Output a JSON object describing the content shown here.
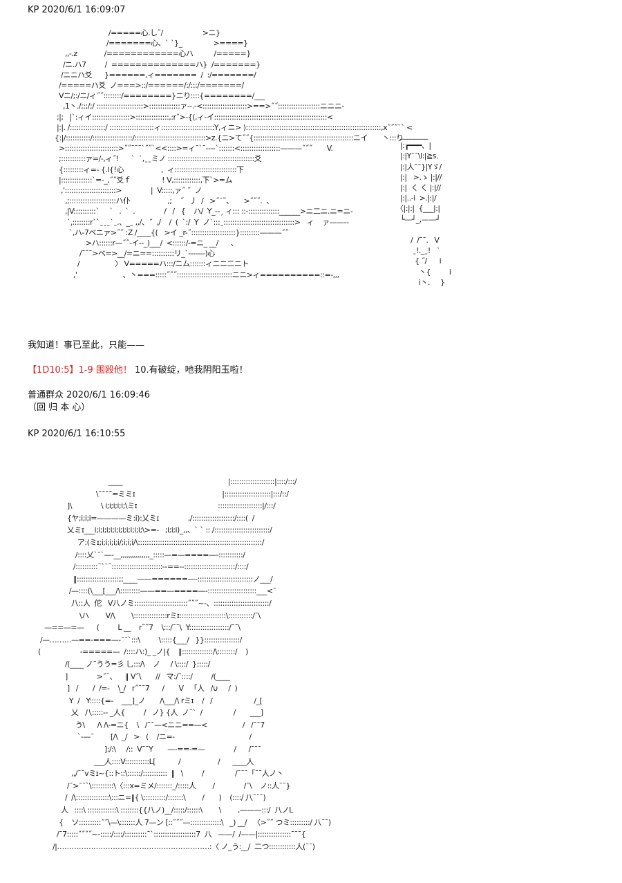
{
  "posts": [
    {
      "author": "KP",
      "timestamp": "2020/6/1 16:09:07"
    },
    {
      "author": "普通群众",
      "timestamp": "2020/6/1 16:09:46"
    },
    {
      "author": "KP",
      "timestamp": "2020/6/1 16:10:55"
    }
  ],
  "post1_text": "我知道！事已至此，只能——",
  "dice": {
    "roll": "【1D10:5】",
    "result": "1-9 围殴他！",
    "followup": " 10.有破绽，吔我阴阳玉啦！",
    "accent_color": "#e02020"
  },
  "post2_text": "（回 归 本 心）",
  "art1": "                                       /=====心.し˜/                   >ニ}\n                                      /=======心、` `}_               >====}\n                  ,,-.z             /============心ハ          /=====}\n                 /ニ.ハ7         /  ==============ハ}  /=======}\n                /ニニハ爻      }======,ィ=======  /  :/=======/\n               /=====ハ爻  ノ===>::/======/:/:::/=======/\n               Vニ/;:/ニ/ィ˝˝::::::::/========}ニり::::{========/___\n                 ,1丶./;:;/;/ :::::::::::::::::::::>::::::::::::::ァ-‐.-<::::::::::::::::::::>==>˝˝:::::::::::::::::::ニニニ-\n              ;|;   |`:ィイ:::::::::::::::::>:::::::::::::::,:r˝>-{(,ィ-イ:::::::::::::::::::::::::::::::::::::::::::::::::::<\n              |:|. /::::::::::::::::/ ::::::::::::::::::::ィ::::::::::::::::::::::::Y,ィニ> ):::::::::::::::::::::::::::::::::::::::::::::::::::::::::::::,x˝˝˝`` < ::::::ハ\n             {:|/:::::::::::/::::::::::::::::::/::::::::::::::::::::::::::::::::>z.{ニ>て˝˝{:::::::::::::::::::::::::::::::::::::::::::::ニイ       丶:::り\n               >::::::::::::::::::::::::>˝˝¯¯¯`˝˝`<<::::>=ィ¯`¯-‐-‐`:::::::<::::::::::::::::::———˝˝˝       V.\n               ;:::::::::::ァ=/-,ィ˝!      ˋ  ˋ,ˍˍミノ :::::::::::::::::::::::::::::::::::::::爻\n               {:::::::::ィ=- {.l{!心                  ,  ィ::::::::::::::::::::::::::::下\n               |::::::::::::::`=-_,˝˝爻ｆ               ! V,::::::::::::,下`>=ム\n                ,':::::::::::::::::::::::>              |  V:::::,ァ˝ ˝  ノ\n                  ,;:::::::::::::::::::::ハ仆                  ,;    ˝   丿  /   >˝¯˜、     >˝˝˝.  、\n                  ,|V::::::::::ˋ     `   .  `  .              /   /   {    ハ/  Y_-‐ˏ ィ::: ::-::::::::::::::______>ニ二ニ.ニ=ニ-\n                   `ˌ::::::::r``ˍˍˍ`ˍ.、_ˍ ,,/、˝  ,/    /  (  `:/  Y  ノ`:::ˍ::::::::::::::::::::::::::::::::>   ィ    ァ——-‐\n                    `,ハ-7ベニァ>˝˝ :Z /____{(   >イ _r-˝::::::::::::::::::::}:::::::::———˝˝\n                            >ハ::::::r—˝˝-イ--_)___/  <::::::/-=ニ_ __/      、\n                         /¯¯¯>ベ=>__/=ニ==::::::::::リ_`-‐-‐-‐-)心\n                        /                 〉 V=====ハ:::/ニム:::::::ィニニ二ニト\n                      ,'                      、丶===:::::˝˝˝:::::::::::::::::::::::::ニニ>ィ==========::=-,,,",
  "art1_panel": "   ________\n   |:┏━━━、|\n   |:|Y¯¯\\l:|≧s.\n   |:|人¯¯}|Yゞ/\n   |:|   >.ゝ |:|//\n   |:|  く く |:|//\n   |:|..-i  >.|:|/\n 〈|:|:|  {___|:|\n   └—┘_,——┘\n\n        /  /¯¯.   V\n         ˍ!._ˍ!   ˋ\n          { ˝/      i\n            丶{         i\n            i丶.     }",
  "art2": "                                       ____                                                   |::::::::::::::::::::|::::/:::/\n                                 \\¯¯¯¯=ミミɪ                                          |:::::::::::::::::::::|:::/::/\n                   ]\\              \\ i;i;i;i;i;\\ミɪ                                       ::::::::::::::::::::|/:::/\n                   {ヤ;i;i;i=————ミ:i):乂ミɪ              ,/:::::::::::::::::::/::::(  /\n                   乂ミɪ___i;i;i;i;i;i;i;i;i;i;i;i;\\>=-   ;i;i;i)_,,、` ` :: /:::::::::::::::::::::::::/\n                        ア:(ミɪ;i;i;i;i;i∕;i;i;i/\\::::::::::::::::::::::::::::::::::::::::::::::::::::::::/\n                       /::::乂`¯`—‐__,,,,,,,,,,,,,,_:::::—=—====—-:::::::::::/\n                      /::::::::::¯``¯:::::::::::::::::::::::--==--:::::::::::::::::::::::/::::/\n                      ‖:::::::::::::::::::;;____——======—-:::::::::::::::::::::::::ノ___/\n                    /—::::(\\___[___/\\:::::::::——==—====—-::::::::::::::::::::::___<¯\n                     八::人  佗   V八ノミ::::::::::::::::::::::::˝˝˝~-、:::::::::::::::::::::::::/\n                         \\ハ        V/\\        \\:::::::::::::::rミɪ:::::::::::::::::::::\\:::::::::::/¯\\\n        —==—=—      (         L __    r˜˜7    \\:::/¯¯\\  Y::::::::::::::::::/¯¯\\\n      /—………—==-===—-¯¯ˋ:::\\         \\:::::{___/   }}::::::::::::::::/\n     (                   -=====—  /::::ハ:)_ _ノ|{    ‖::::::::::::::/\\::::::::/    )\n                  /(____ ノ¯うう=彡 乚:::/\\    ノ     / \\::::/  }:::::/\n                  ]              >˝¯、    ‖ V˝\\       //   マ:/˜::::/         /(____\n                   ]   /       /  /=-    \\_/   r˝¯¯7      /       V   「人   /∪     /  )\n                    Y  /   Y:::::{=-    ___]_ノ       /\\___/\\ rミɪ    /   /                    /_[\n                     乂   八:::::-- _人{         /   ノ} {人  ノ¯`  /               /       ___]\n                       う\\      /\\ /\\-=ニ{    \\   /¯¯—<ニニ==—<                 /   /¯¯7\n                        `-—¯        [/\\  _/   >   (    /ニ=-                                    /\n                                     ]:/:\\     /::  V¯¯Y       —-==-=—              /      /¯¯¯\n                                ___人::::V:::::::::::L[           /                  /      ____人\n                     ,,/¯¯vミɪ~{::ト::\\::::::/:::::::::::  ‖   \\         /               /¯¯¯「¯¯人ノ丶\n                   /¯>¯¯`\\::::::::::\\〈:::x=ミメ/:::::::_/:::::人        /              /¯\\    ノ::人¯¯}\n                  /  /\\:::::::::::::::\\:::ニ=‖{ \\::::::::::/:::::::\\        /       )    (::::/ 八¯¯¯)\n                人   ::::\\ :::::::::::::\\ ::::::::{{八ノ)__/:::::/::::::\\        \\        ,———:::/  八ノL\n               {    ソ::::::::::˝˝\\—\\:::::::人 7—ン [::˝˝˝—::::::::::::::\\   _) __/   〈>˝˝ つミ:::::::::/ 八¯¯)\n              /¯7:::::˝˝˝˝~-:::::/::::/::::::::::¯`:::::::::::::::::::7  八   ——/  /——|:::::::::::::::¯¯¯{\n            ∕|………………………………………………………:〈 ノ_う:__/  二つ::::::::::::人(¯¯)"
}
